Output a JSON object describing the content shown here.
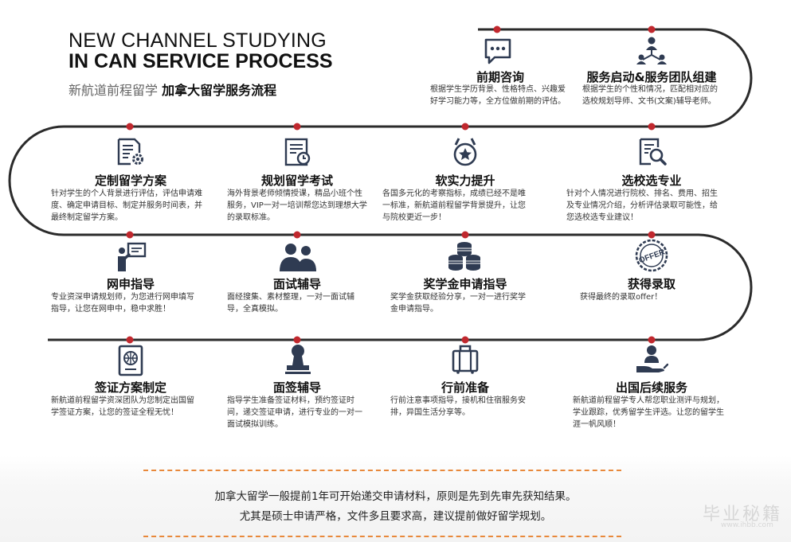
{
  "header": {
    "title_line1": "NEW CHANNEL STUDYING",
    "title_line2": "IN CAN SERVICE PROCESS",
    "subtitle_light": "新航道前程留学",
    "subtitle_bold": "加拿大留学服务流程"
  },
  "colors": {
    "track": "#2b2b2b",
    "dot": "#c0282e",
    "icon": "#2f3b52",
    "dash": "#e8883a"
  },
  "steps": [
    {
      "title": "前期咨询",
      "desc": "根据学生学历背景、性格特点、兴趣爱好学习能力等，全方位做前期的评估。",
      "icon": "chat-bubble-icon"
    },
    {
      "title": "服务启动&服务团队组建",
      "desc": "根据学生的个性和情况，匹配相对应的选校规划导师、文书(文案)辅导老师。",
      "icon": "team-network-icon"
    },
    {
      "title": "选校选专业",
      "desc": "针对个人情况进行院校、排名、费用、招生及专业情况介绍，分析评估录取可能性，给您选校选专业建议！",
      "icon": "document-search-icon"
    },
    {
      "title": "软实力提升",
      "desc": "各国多元化的考察指标，成绩已经不是唯一标准，新航道前程留学背景提升，让您与院校更近一步！",
      "icon": "medal-icon"
    },
    {
      "title": "规划留学考试",
      "desc": "海外背景老师倾情授课，精品小班个性服务，VIP一对一培训帮您达到理想大学的录取标准。",
      "icon": "exam-clock-icon"
    },
    {
      "title": "定制留学方案",
      "desc": "针对学生的个人背景进行评估，评估申请难度、确定申请目标、制定并服务时间表，并最终制定留学方案。",
      "icon": "plan-gear-icon"
    },
    {
      "title": "网申指导",
      "desc": "专业资深申请规划师，为您进行网申填写指导，让您在网申中，稳中求胜！",
      "icon": "presenter-icon"
    },
    {
      "title": "面试辅导",
      "desc": "面经搜集、素材整理，一对一面试辅导，全真模拟。",
      "icon": "interview-people-icon"
    },
    {
      "title": "奖学金申请指导",
      "desc": "奖学金获取经验分享，一对一进行奖学金申请指导。",
      "icon": "coins-icon"
    },
    {
      "title": "获得录取",
      "desc": "获得最终的录取offer！",
      "icon": "offer-stamp-icon"
    },
    {
      "title": "出国后续服务",
      "desc": "新航道前程留学专人帮您职业测评与规划，学业跟踪，优秀留学生评选。让您的留学生涯一帆风顺！",
      "icon": "service-hand-icon"
    },
    {
      "title": "行前准备",
      "desc": "行前注意事项指导，接机和住宿服务安排，异国生活分享等。",
      "icon": "suitcase-icon"
    },
    {
      "title": "面签辅导",
      "desc": "指导学生准备签证材料，预约签证时间，递交签证申请，进行专业的一对一面试模拟训练。",
      "icon": "visa-stamp-icon"
    },
    {
      "title": "签证方案制定",
      "desc": "新航道前程留学资深团队为您制定出国留学签证方案，让您的签证全程无忧！",
      "icon": "passport-icon"
    }
  ],
  "notes": {
    "line1": "加拿大留学一般提前1年可开始递交申请材料，原则是先到先审先获知结果。",
    "line2": "尤其是硕士申请严格，文件多且要求高，建议提前做好留学规划。"
  },
  "watermark": {
    "text": "毕业秘籍",
    "url": "www.ihbb.com"
  }
}
